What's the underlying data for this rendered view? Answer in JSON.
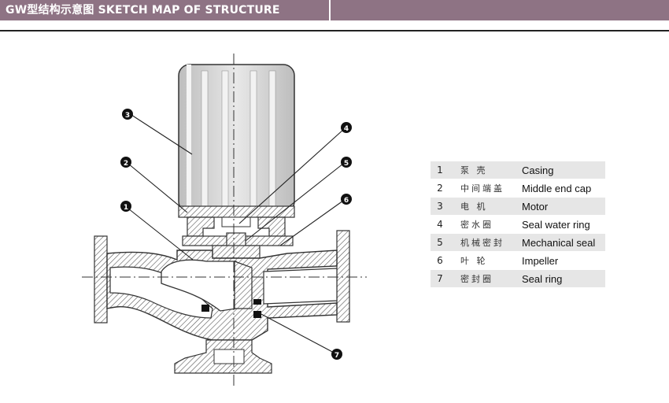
{
  "header": {
    "title": "GW型结构示意图  SKETCH MAP OF STRUCTURE"
  },
  "callouts": [
    "1",
    "2",
    "3",
    "4",
    "5",
    "6",
    "7"
  ],
  "legend": [
    {
      "num": "1",
      "cn": "泵  壳",
      "en": "Casing"
    },
    {
      "num": "2",
      "cn": "中间端盖",
      "en": "Middle end cap"
    },
    {
      "num": "3",
      "cn": "电  机",
      "en": "Motor"
    },
    {
      "num": "4",
      "cn": "密水圈",
      "en": "Seal water ring"
    },
    {
      "num": "5",
      "cn": "机械密封",
      "en": "Mechanical seal"
    },
    {
      "num": "6",
      "cn": "叶  轮",
      "en": "Impeller"
    },
    {
      "num": "7",
      "cn": "密封圈",
      "en": "Seal ring"
    }
  ],
  "colors": {
    "header": "#8e7384",
    "stripe": "#e6e6e6",
    "motor": "#d0d0d0",
    "hatch": "#555555"
  }
}
